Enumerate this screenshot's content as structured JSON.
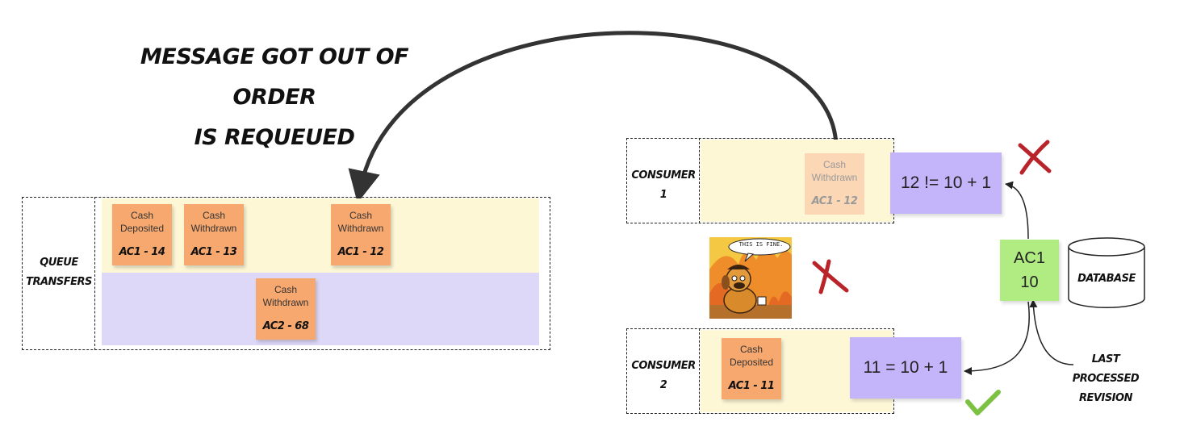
{
  "title_line1": "Message got out of order",
  "title_line2": "is requeued",
  "queue": {
    "label_line1": "Queue",
    "label_line2": "Transfers",
    "stickies": [
      {
        "text": "Cash Deposited",
        "id": "AC1 - 14"
      },
      {
        "text": "Cash Withdrawn",
        "id": "AC1 - 13"
      },
      {
        "text": "Cash Withdrawn",
        "id": "AC1 - 12"
      },
      {
        "text": "Cash Withdrawn",
        "id": "AC2 - 68"
      }
    ]
  },
  "consumer1": {
    "label_line1": "Consumer",
    "label_line2": "1",
    "sticky": {
      "text": "Cash Withdrawn",
      "id": "AC1 - 12"
    },
    "check": "12 != 10 + 1"
  },
  "consumer2": {
    "label_line1": "Consumer",
    "label_line2": "2",
    "sticky": {
      "text": "Cash Deposited",
      "id": "AC1 - 11"
    },
    "check": "11 = 10 + 1"
  },
  "revision_note": {
    "line1": "AC1",
    "line2": "10"
  },
  "database_label": "Database",
  "last_processed_line1": "Last processed",
  "last_processed_line2": "revision",
  "meme_caption": "This is fine.",
  "colors": {
    "queue_lane_1": "#fdf7d6",
    "queue_lane_2": "#ddd8f8",
    "sticky_orange": "#f7a86f",
    "violet": "#c4b5fb",
    "green_note": "#b0ec82",
    "cross": "#b8242a",
    "check": "#7cc142"
  }
}
